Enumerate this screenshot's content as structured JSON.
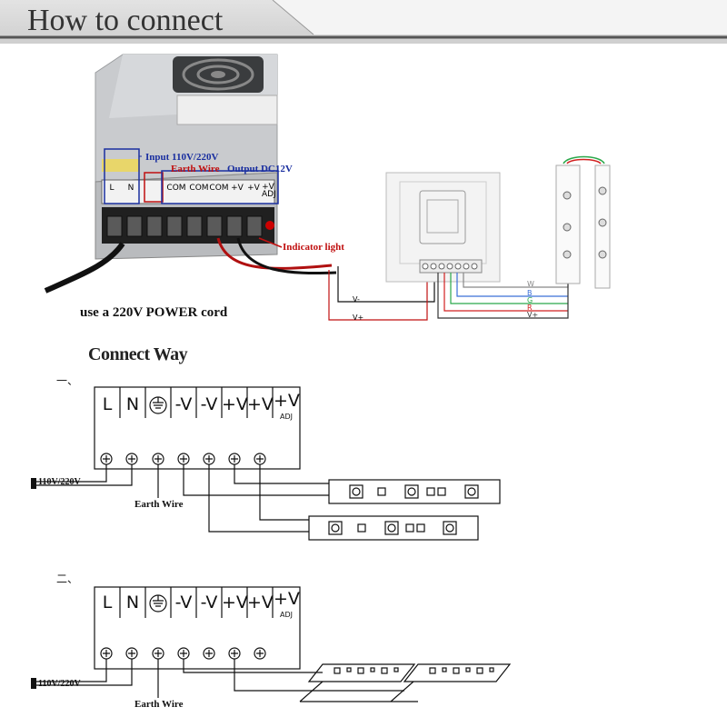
{
  "header": {
    "title": "How to connect"
  },
  "photo": {
    "input_label": "Input 110V/220V",
    "earth_label": "Earth Wire",
    "output_label": "Output DC12V",
    "indicator_label": "Indicator light",
    "terminals": [
      "L",
      "N",
      "COM",
      "COM",
      "COM",
      "+V",
      "+V",
      "+V"
    ],
    "adj_label": "ADJ",
    "power_cord_note": "use a 220V POWER cord"
  },
  "controller": {
    "wire_labels": [
      "W",
      "B",
      "G",
      "R",
      "V+"
    ],
    "input_labels": [
      "V-",
      "V+"
    ],
    "wire_colors": {
      "W": "#888888",
      "B": "#3a6fd8",
      "G": "#2aa84a",
      "R": "#d22020",
      "V+": "#333333"
    }
  },
  "connect_way": {
    "title": "Connect Way",
    "diagrams": [
      {
        "number": "一、",
        "terminals": [
          "L",
          "N",
          "⏚",
          "-V",
          "-V",
          "+V",
          "+V",
          "+V"
        ],
        "adj_label": "ADJ",
        "input_label": "110V/220V",
        "earth_label": "Earth Wire"
      },
      {
        "number": "二、",
        "terminals": [
          "L",
          "N",
          "⏚",
          "-V",
          "-V",
          "+V",
          "+V",
          "+V"
        ],
        "adj_label": "ADJ",
        "input_label": "110V/220V",
        "earth_label": "Earth Wire"
      }
    ]
  }
}
